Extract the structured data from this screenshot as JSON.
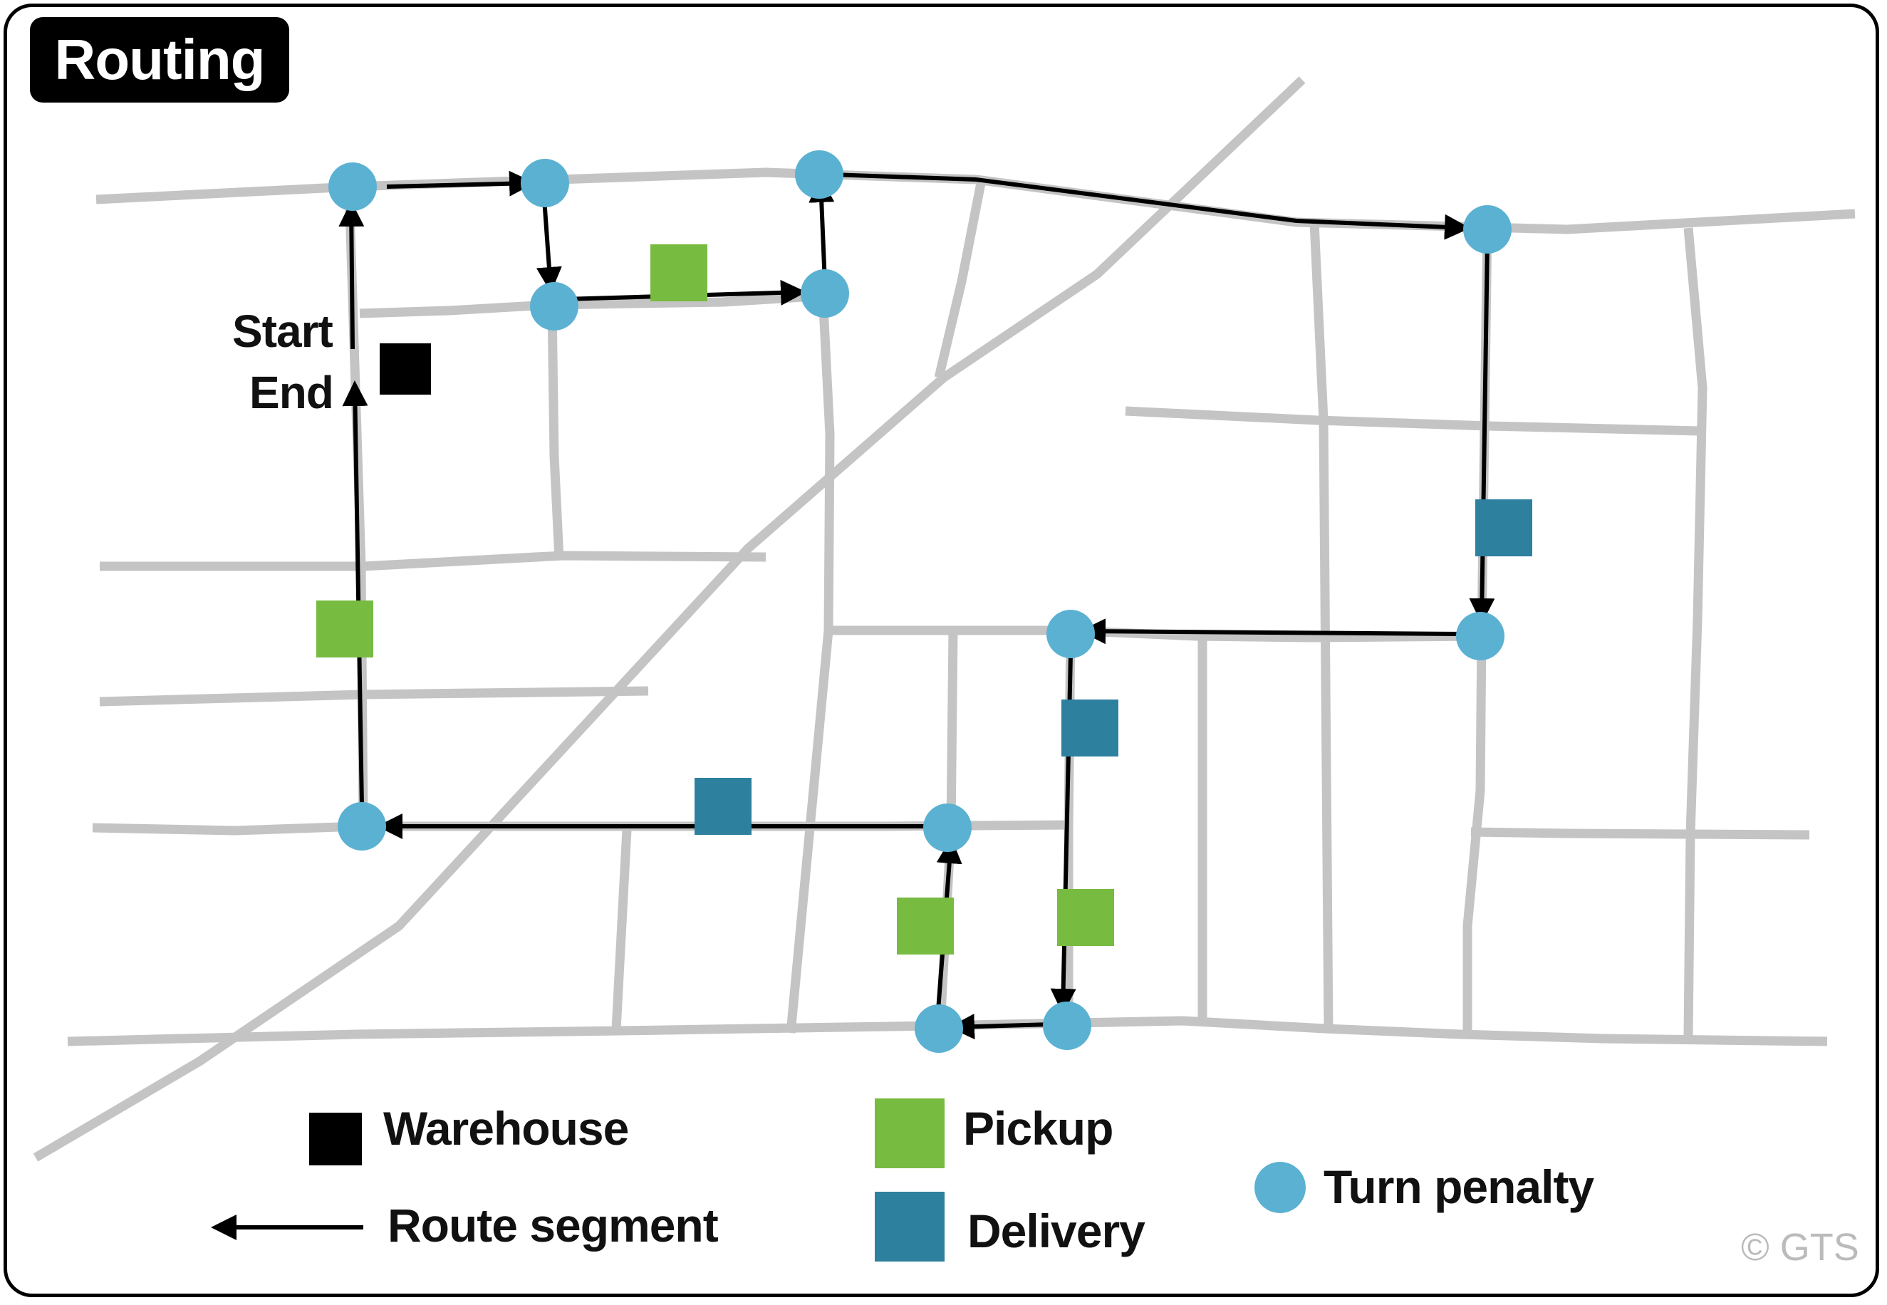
{
  "title": "Routing",
  "labels": {
    "start": "Start",
    "end": "End"
  },
  "legend": {
    "warehouse": "Warehouse",
    "route_segment": "Route segment",
    "pickup": "Pickup",
    "delivery": "Delivery",
    "turn_penalty": "Turn penalty"
  },
  "copyright": "© GTS",
  "colors": {
    "road": "#c4c4c4",
    "route": "#000000",
    "warehouse": "#000000",
    "pickup": "#77bb41",
    "delivery": "#2e809f",
    "turn_penalty": "#5bb1d2"
  }
}
